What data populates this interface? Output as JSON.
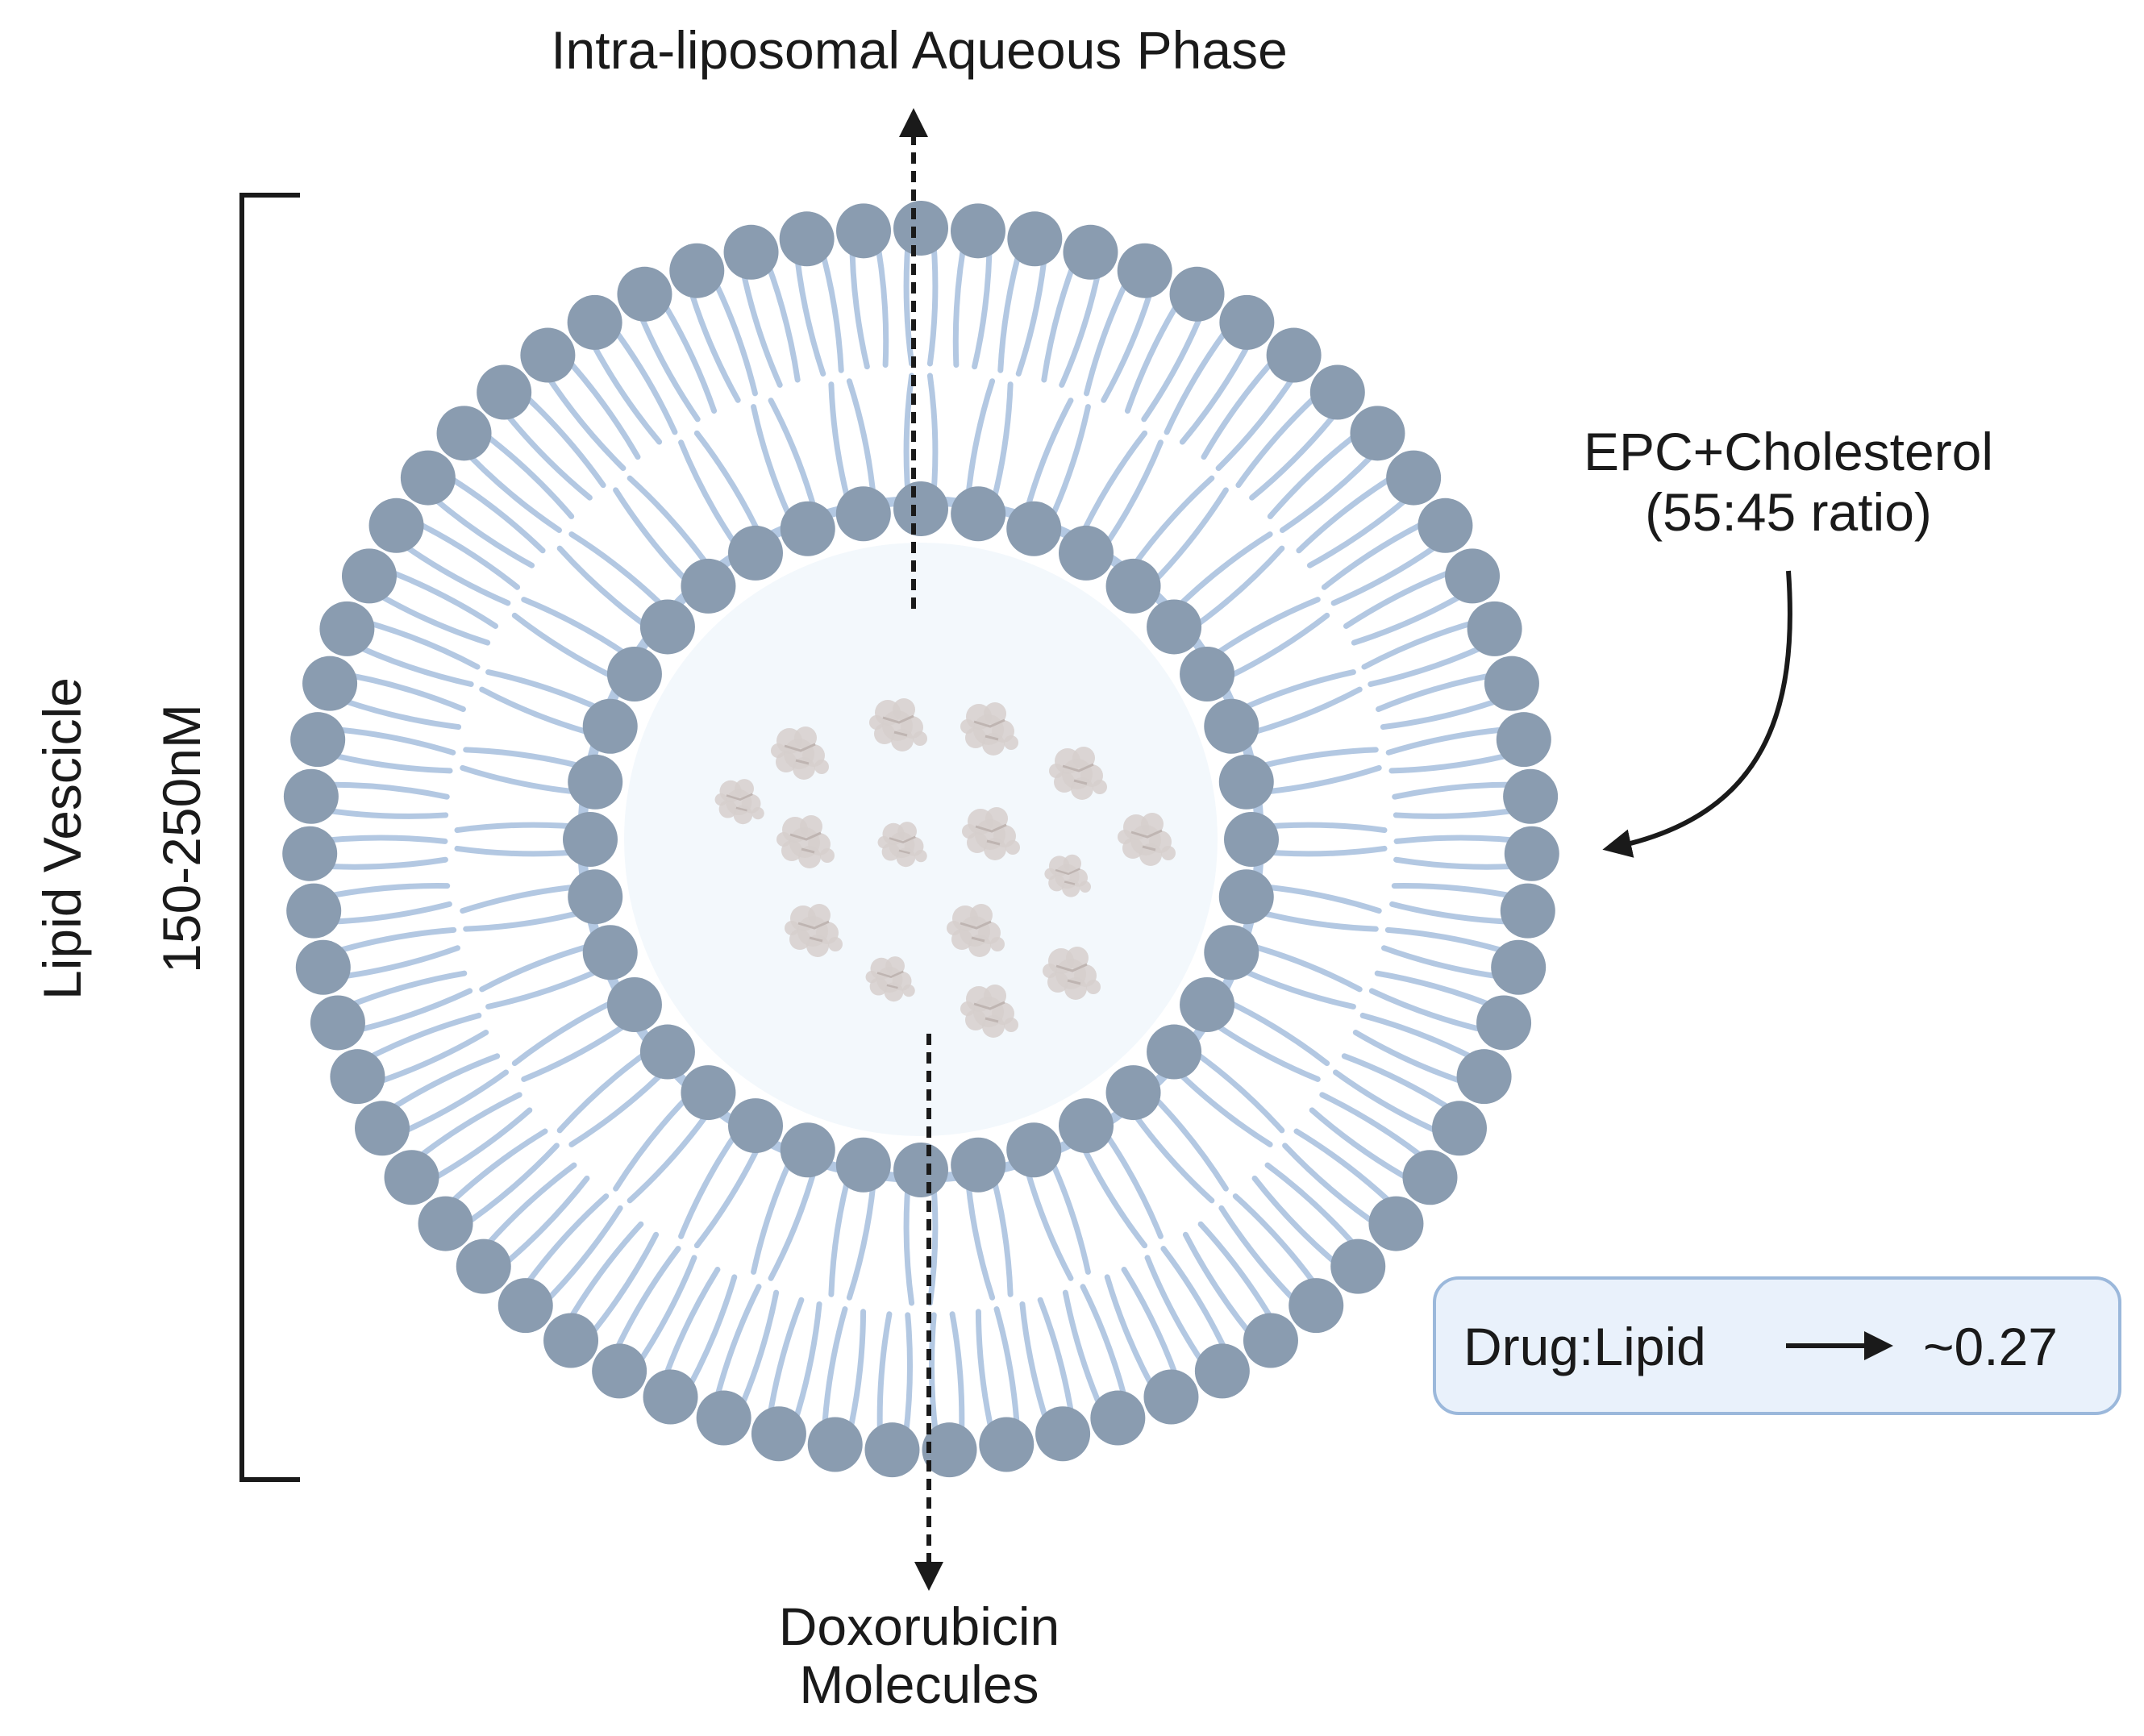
{
  "labels": {
    "top": "Intra-liposomal Aqueous Phase",
    "bottom_line1": "Doxorubicin",
    "bottom_line2": "Molecules",
    "right_line1": "EPC+Cholesterol",
    "right_line2": "(55:45 ratio)",
    "side_line1": "Lipid Vescicle",
    "side_line2": "150-250nM",
    "ratio_label": "Drug:Lipid",
    "ratio_value": "~0.27"
  },
  "colors": {
    "lipid_head": "#8a9cb0",
    "lipid_tail": "#b3c8e2",
    "core_fill": "#f3f8fc",
    "drug": "#d6cfcd",
    "box_fill": "#e9f1fb",
    "box_stroke": "#9bb8db",
    "text": "#1a1a1a"
  },
  "icons": {
    "drug_molecule": "drug-molecule-icon",
    "arrows": [
      "dotted-arrow-up-icon",
      "dotted-arrow-down-icon",
      "curved-arrow-icon",
      "right-arrow-icon"
    ]
  }
}
